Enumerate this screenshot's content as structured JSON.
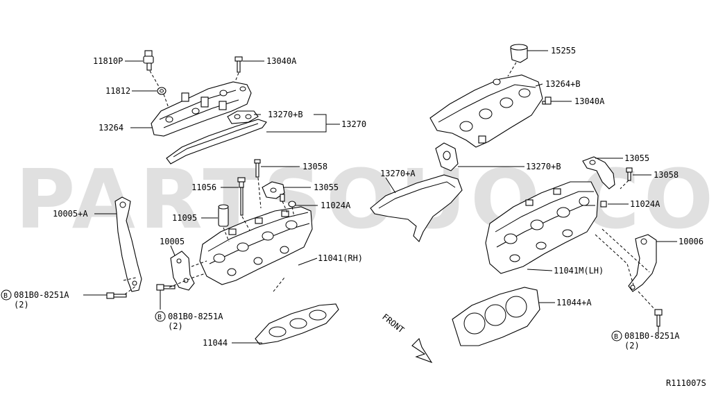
{
  "watermark": "PARTSOUQ.COM",
  "diagram_id": "R111007S",
  "front_label": "FRONT",
  "callouts": {
    "p11810P": "11810P",
    "p13040A_l": "13040A",
    "p11812": "11812",
    "p13270B_l": "13270+B",
    "p13270": "13270",
    "p13264": "13264",
    "p13058_l": "13058",
    "p11056": "11056",
    "p13055_l": "13055",
    "p11024A_l": "11024A",
    "p10005A": "10005+A",
    "p11095": "11095",
    "p10005": "10005",
    "p11041RH": "11041(RH)",
    "p11044": "11044",
    "p15255": "15255",
    "p13264B": "13264+B",
    "p13040A_r": "13040A",
    "p13270A": "13270+A",
    "p13270B_r": "13270+B",
    "p13055_r": "13055",
    "p13058_r": "13058",
    "p11024A_r": "11024A",
    "p10006": "10006",
    "p11041MLH": "11041M(LH)",
    "p11044A": "11044+A"
  },
  "bolts": {
    "b1": {
      "symbol": "B",
      "part": "081B0-8251A",
      "qty": "(2)"
    },
    "b2": {
      "symbol": "B",
      "part": "081B0-8251A",
      "qty": "(2)"
    },
    "b3": {
      "symbol": "B",
      "part": "081B0-8251A",
      "qty": "(2)"
    }
  }
}
